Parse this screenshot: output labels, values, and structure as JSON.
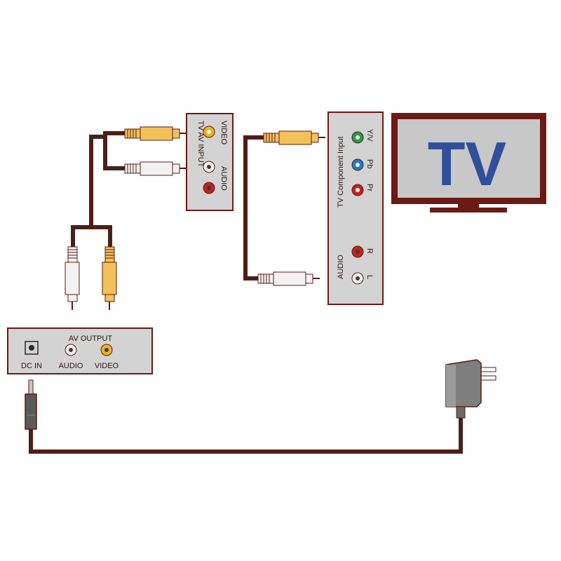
{
  "colors": {
    "cable_outline": "#5c1a12",
    "cable_core": "#2a2a2a",
    "panel_fill": "#d4d3d3",
    "panel_border": "#6b1a14",
    "jack_yellow": "#f0b21e",
    "jack_white": "#f4f4f4",
    "jack_red": "#c8201e",
    "jack_green": "#1aa24a",
    "jack_blue": "#1f7bd0",
    "plug_yellow": "#f3c15a",
    "plug_white": "#f2f2f2",
    "tv_text": "#2f4f9a",
    "tv_screen": "#c8c8c8",
    "tv_frame": "#6b1a14"
  },
  "av_output_box": {
    "title": "AV OUTPUT",
    "dc_in_label": "DC IN",
    "audio_label": "AUDIO",
    "video_label": "VIDEO"
  },
  "tv_av_input_box": {
    "title": "TV AV INPUT",
    "video_label": "VIDEO",
    "audio_label": "AUDIO"
  },
  "tv_component_box": {
    "title": "TV Component Input",
    "yv_label": "Y/V",
    "pb_label": "Pb",
    "pr_label": "Pr",
    "audio_title": "AUDIO",
    "r_label": "R",
    "l_label": "L"
  },
  "tv": {
    "label": "TV"
  },
  "icons": [
    "rca-plug-icon",
    "dc-plug-icon",
    "power-adapter-icon",
    "tv-icon"
  ]
}
